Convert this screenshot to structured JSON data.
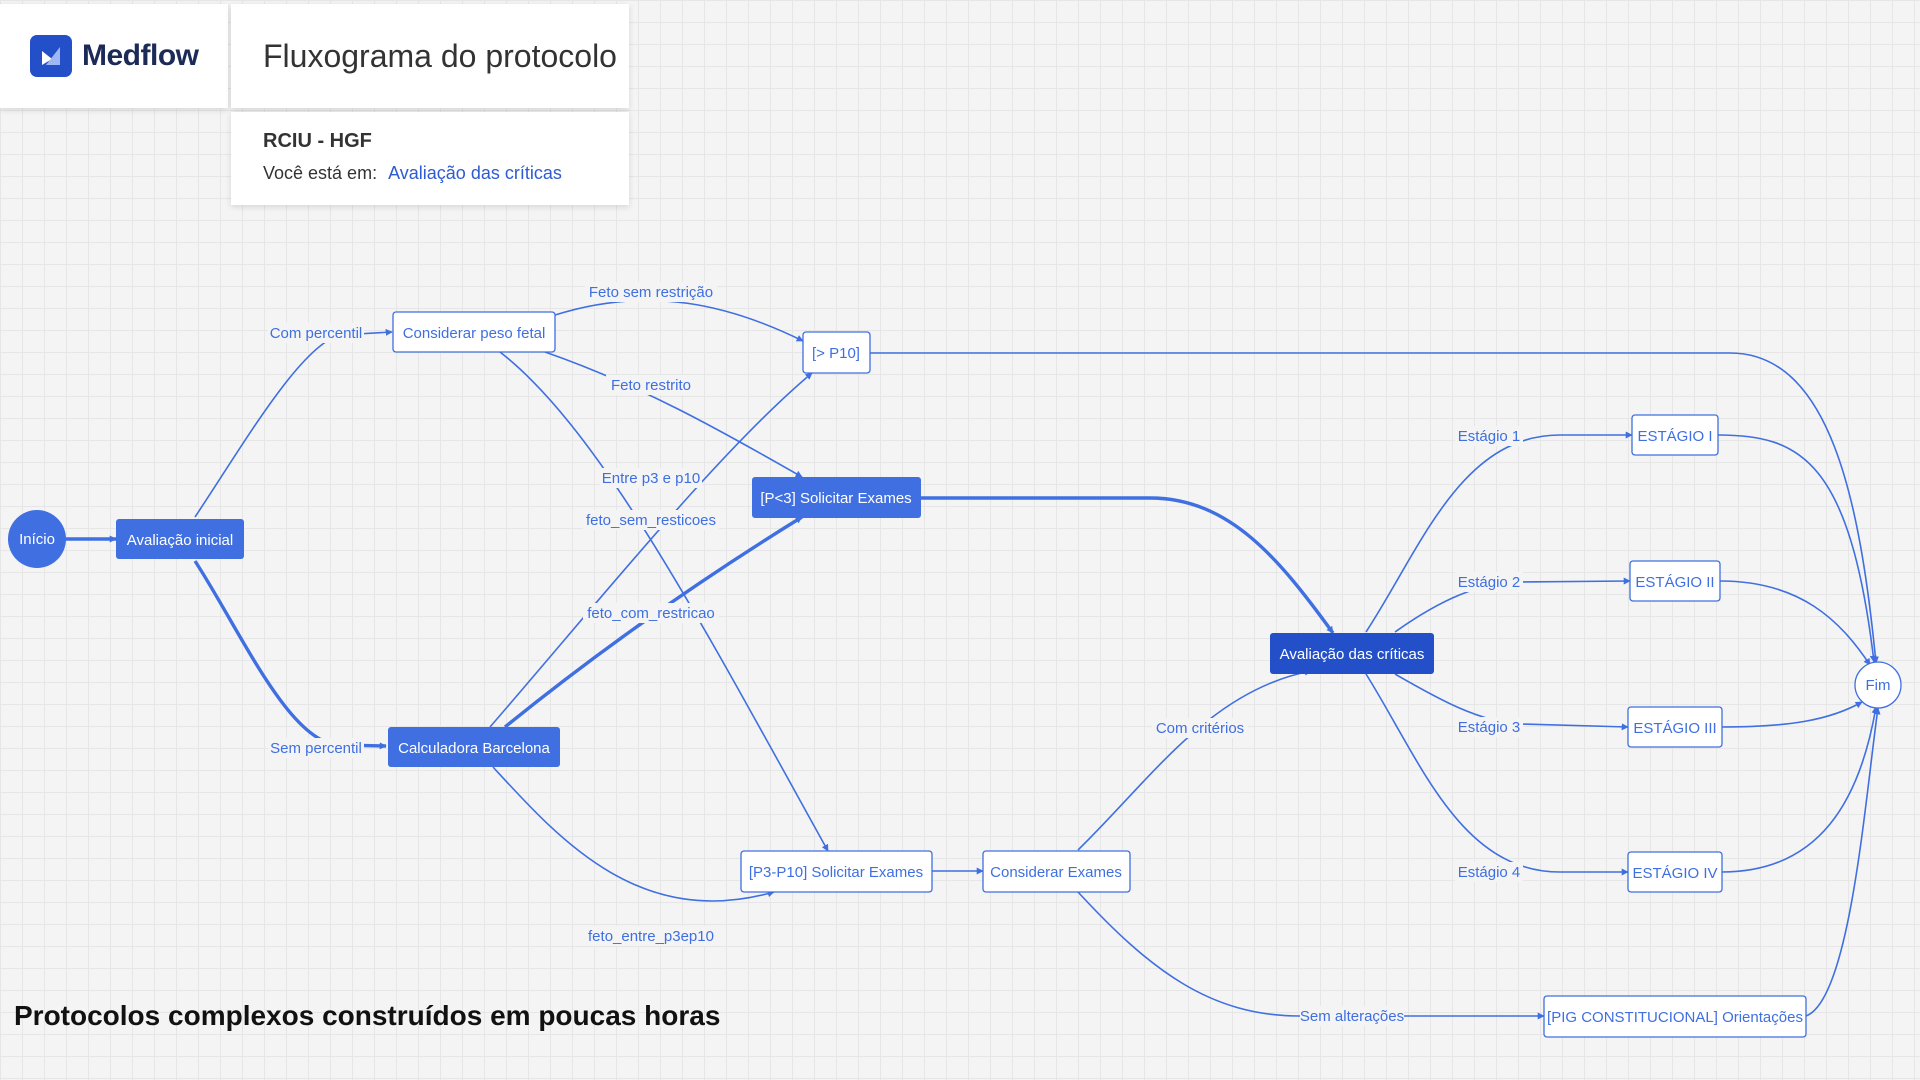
{
  "brand": {
    "name": "Medflow"
  },
  "header": {
    "title": "Fluxograma do protocolo",
    "protocol": "RCIU - HGF",
    "location_prefix": "Você está em:",
    "location_value": "Avaliação das críticas"
  },
  "tagline": "Protocolos complexos construídos em poucas horas",
  "colors": {
    "accent": "#3f6fe0",
    "node_fill": "#3f6fe0",
    "active_fill": "#2350c8",
    "outline_fill": "#ffffff"
  },
  "flow": {
    "nodes": [
      {
        "id": "inicio",
        "label": "Início",
        "style": "circle"
      },
      {
        "id": "avaliacao_inicial",
        "label": "Avaliação inicial",
        "style": "filled"
      },
      {
        "id": "considerar_peso",
        "label": "Considerar peso fetal",
        "style": "outline"
      },
      {
        "id": "calculadora",
        "label": "Calculadora Barcelona",
        "style": "filled"
      },
      {
        "id": "p10",
        "label": "[> P10]",
        "style": "outline"
      },
      {
        "id": "p3_solicitar",
        "label": "[P<3] Solicitar Exames",
        "style": "filled"
      },
      {
        "id": "p3p10_solicitar",
        "label": "[P3-P10] Solicitar Exames",
        "style": "outline"
      },
      {
        "id": "considerar_exames",
        "label": "Considerar Exames",
        "style": "outline"
      },
      {
        "id": "avaliacao_criticas",
        "label": "Avaliação das críticas",
        "style": "active"
      },
      {
        "id": "estagio1",
        "label": "ESTÁGIO I",
        "style": "outline"
      },
      {
        "id": "estagio2",
        "label": "ESTÁGIO II",
        "style": "outline"
      },
      {
        "id": "estagio3",
        "label": "ESTÁGIO III",
        "style": "outline"
      },
      {
        "id": "estagio4",
        "label": "ESTÁGIO IV",
        "style": "outline"
      },
      {
        "id": "pig",
        "label": "[PIG CONSTITUCIONAL] Orientações",
        "style": "outline"
      },
      {
        "id": "fim",
        "label": "Fim",
        "style": "circle-outline"
      }
    ],
    "edge_labels": [
      "Com percentil",
      "Sem percentil",
      "Feto sem restrição",
      "Feto restrito",
      "Entre p3 e p10",
      "feto_sem_resticoes",
      "feto_com_restricao",
      "feto_entre_p3ep10",
      "Com critérios",
      "Sem alterações",
      "Estágio 1",
      "Estágio 2",
      "Estágio 3",
      "Estágio 4"
    ]
  }
}
